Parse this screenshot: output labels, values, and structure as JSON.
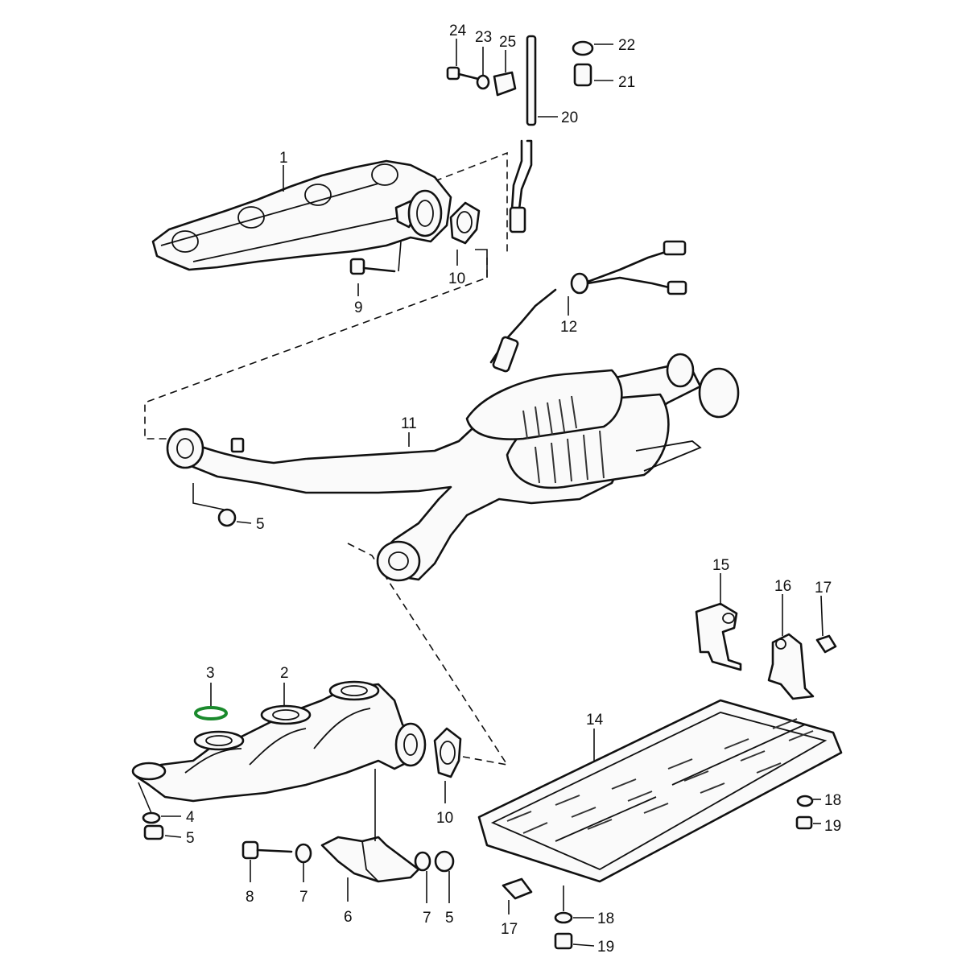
{
  "diagram": {
    "highlight_color": "#1a8a2c",
    "callouts": {
      "n1": "1",
      "n2": "2",
      "n3": "3",
      "n4": "4",
      "n5a": "5",
      "n5b": "5",
      "n5c": "5",
      "n6": "6",
      "n7a": "7",
      "n7b": "7",
      "n8": "8",
      "n9": "9",
      "n10a": "10",
      "n10b": "10",
      "n11": "11",
      "n12": "12",
      "n14": "14",
      "n15": "15",
      "n16": "16",
      "n17a": "17",
      "n17b": "17",
      "n18a": "18",
      "n18b": "18",
      "n19a": "19",
      "n19b": "19",
      "n20": "20",
      "n21": "21",
      "n22": "22",
      "n23": "23",
      "n24": "24",
      "n25": "25"
    }
  }
}
